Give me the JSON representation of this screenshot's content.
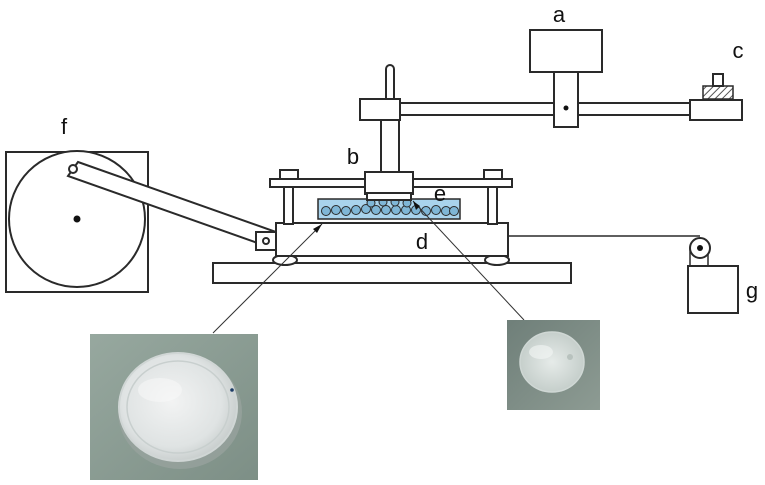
{
  "labels": {
    "a": "a",
    "b": "b",
    "c": "c",
    "d": "d",
    "e": "e",
    "f": "f",
    "g": "g"
  },
  "colors": {
    "ink": "#2a2a2a",
    "fluid": "#a9d3ec",
    "bead": "#7fb6d6",
    "photo_background": "#8a9c93",
    "hatch": "#555555"
  }
}
